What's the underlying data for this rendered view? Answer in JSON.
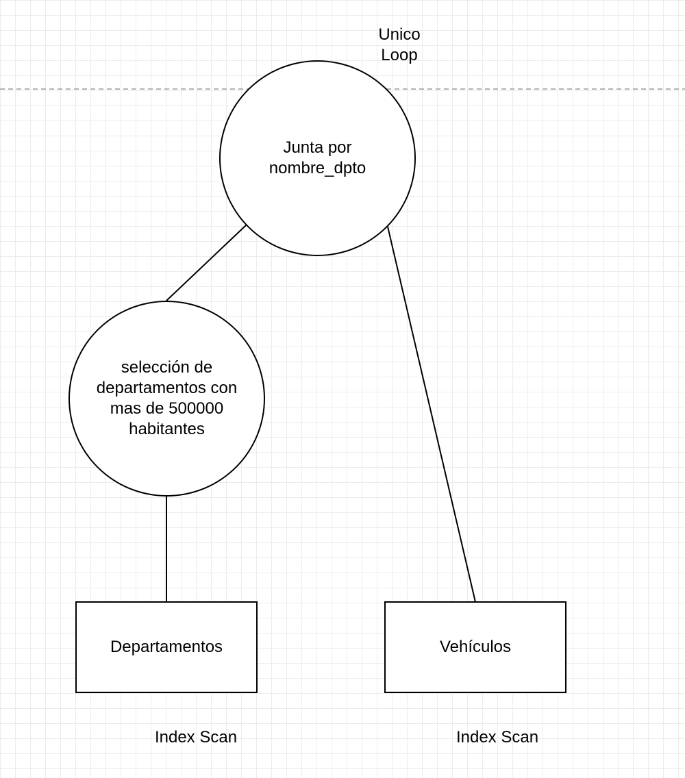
{
  "page_label": {
    "line1": "Unico",
    "line2": "Loop"
  },
  "nodes": {
    "join": {
      "line1": "Junta por",
      "line2": "nombre_dpto"
    },
    "selection": {
      "line1": "selección de",
      "line2": "departamentos con",
      "line3": "mas de 500000",
      "line4": "habitantes"
    },
    "departamentos": {
      "label": "Departamentos"
    },
    "vehiculos": {
      "label": "Vehículos"
    }
  },
  "scan_labels": {
    "left": "Index Scan",
    "right": "Index Scan"
  },
  "colors": {
    "stroke": "#000000",
    "grid": "#ececec",
    "dashed_line": "#b3b3b3",
    "background": "#ffffff"
  }
}
